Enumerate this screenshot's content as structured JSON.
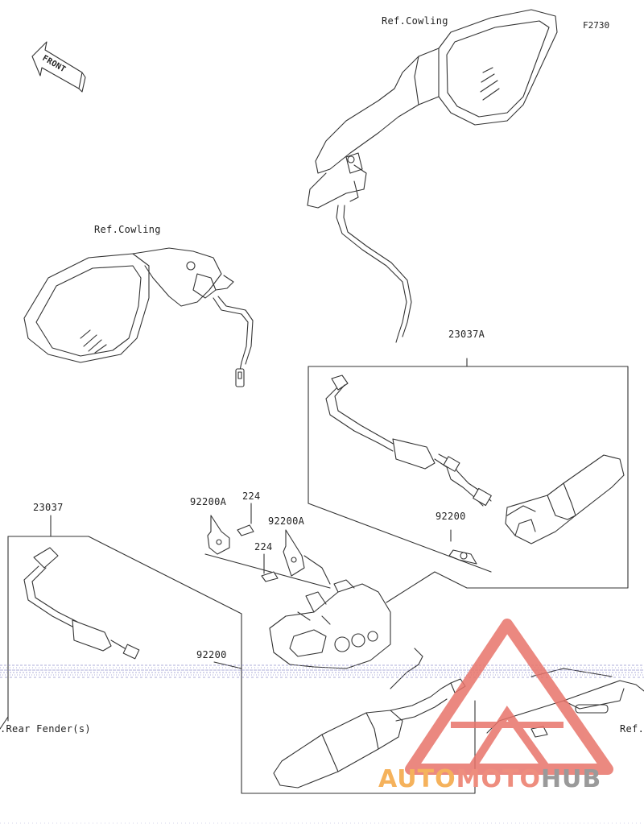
{
  "figure_code": "F2730",
  "front_label": "FRONT",
  "labels": {
    "ref_cowling_top": "Ref.Cowling",
    "ref_cowling_left": "Ref.Cowling",
    "part_23037A": "23037A",
    "part_23037": "23037",
    "part_92200A_left": "92200A",
    "part_224_top": "224",
    "part_92200A_mid": "92200A",
    "part_224_mid": "224",
    "part_92200_right": "92200",
    "part_92200_left": "92200",
    "ref_rear_fender": ".Rear Fender(s)",
    "ref_right_cut": "Ref."
  },
  "watermark": {
    "part1": "AUTO",
    "part2": "MOTO",
    "part3": "HUB"
  },
  "colors": {
    "line": "#333333",
    "watermark_red": "#e8746a",
    "watermark_orange": "#f5b25c",
    "noise_band": "#8a88c8"
  }
}
